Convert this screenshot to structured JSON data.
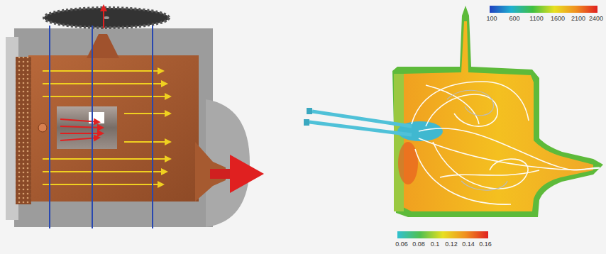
{
  "diagram": {
    "labels": [
      "100",
      "600",
      "1100",
      "1600",
      "2100",
      "2400",
      "0.06",
      "0.08",
      "0.1",
      "0.12",
      "0.14",
      "0.16"
    ]
  }
}
